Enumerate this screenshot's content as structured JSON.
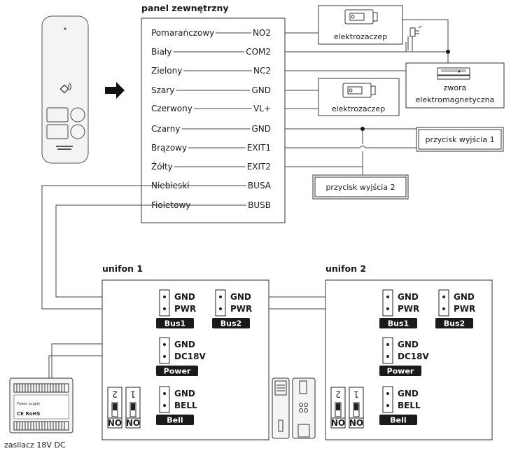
{
  "panel": {
    "title": "panel zewnętrzny",
    "wires": [
      {
        "color": "Pomarańczowy",
        "terminal": "NO2"
      },
      {
        "color": "Biały",
        "terminal": "COM2"
      },
      {
        "color": "Zielony",
        "terminal": "NC2"
      },
      {
        "color": "Szary",
        "terminal": "GND"
      },
      {
        "color": "Czerwony",
        "terminal": "VL+"
      },
      {
        "color": "Czarny",
        "terminal": "GND"
      },
      {
        "color": "Brązowy",
        "terminal": "EXIT1"
      },
      {
        "color": "Żółty",
        "terminal": "EXIT2"
      },
      {
        "color": "Niebieski",
        "terminal": "BUSA"
      },
      {
        "color": "Fioletowy",
        "terminal": "BUSB"
      }
    ]
  },
  "devices": {
    "strike1": "elektrozaczep",
    "strike2": "elektrozaczep",
    "maglock_line1": "zwora",
    "maglock_line2": "elektromagnetyczna",
    "exit1": "przycisk wyjścia 1",
    "exit2": "przycisk wyjścia 2",
    "psu": "zasilacz 18V DC",
    "psu_label_text": "Power supply",
    "psu_marks": "CE RoHS"
  },
  "unifon1": {
    "title": "unifon 1",
    "bus1": {
      "t1": "GND",
      "t2": "PWR",
      "tag": "Bus1"
    },
    "bus2": {
      "t1": "GND",
      "t2": "PWR",
      "tag": "Bus2"
    },
    "power": {
      "t1": "GND",
      "t2": "DC18V",
      "tag": "Power"
    },
    "bell": {
      "t1": "GND",
      "t2": "BELL",
      "tag": "Bell"
    },
    "dip": {
      "sw1": "2",
      "sw2": "1",
      "no1": "NO",
      "no2": "NO"
    }
  },
  "unifon2": {
    "title": "unifon 2",
    "bus1": {
      "t1": "GND",
      "t2": "PWR",
      "tag": "Bus1"
    },
    "bus2": {
      "t1": "GND",
      "t2": "PWR",
      "tag": "Bus2"
    },
    "power": {
      "t1": "GND",
      "t2": "DC18V",
      "tag": "Power"
    },
    "bell": {
      "t1": "GND",
      "t2": "BELL",
      "tag": "Bell"
    },
    "dip": {
      "sw1": "2",
      "sw2": "1",
      "no1": "NO",
      "no2": "NO"
    }
  },
  "colors": {
    "tag_bg": "#1a1a1a",
    "line": "#444444",
    "panel_body": "#f4f4f4"
  }
}
